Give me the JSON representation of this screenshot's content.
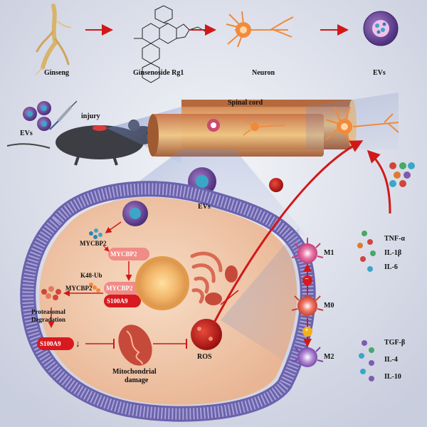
{
  "pipeline": {
    "ginseng": "Ginseng",
    "rg1": "Ginsenoside Rg1",
    "neuron": "Neuron",
    "evs": "EVs"
  },
  "injury_panel": {
    "evs": "EVs",
    "injury": "injury",
    "spinal_cord": "Spinal cord",
    "evs_mid": "EVs"
  },
  "cell": {
    "mycbp2_free": "MYCBP2",
    "mycbp2_box": "MYCBP2",
    "k48_ub": "K48-Ub",
    "mycbp2_complex": "MYCBP2",
    "s100a9_complex": "S100A9",
    "mycbp2_degraded": "MYCBP2",
    "proteasomal": "Proteasomal",
    "degradation": "Degradation",
    "s100a9_low": "S100A9",
    "down_arrow": "↓",
    "mito_damage_1": "Mitochondrial",
    "mito_damage_2": "damage",
    "ros": "ROS"
  },
  "macrophage": {
    "m1": "M1",
    "m0": "M0",
    "m2": "M2",
    "minus": "−",
    "plus": "+"
  },
  "cytokines": {
    "pro": [
      "TNF-α",
      "IL-1β",
      "IL-6"
    ],
    "anti": [
      "TGF-β",
      "IL-4",
      "IL-10"
    ]
  },
  "colors": {
    "arrow_red": "#d11818",
    "mycbp2_pink": "#f08b86",
    "s100a9_red": "#d71a1f",
    "membrane_purple": "#7c74b8",
    "cytoplasm": "#f2ccb0",
    "neuron_orange": "#f08a3a",
    "ev_purple": "#6b4c9a"
  }
}
